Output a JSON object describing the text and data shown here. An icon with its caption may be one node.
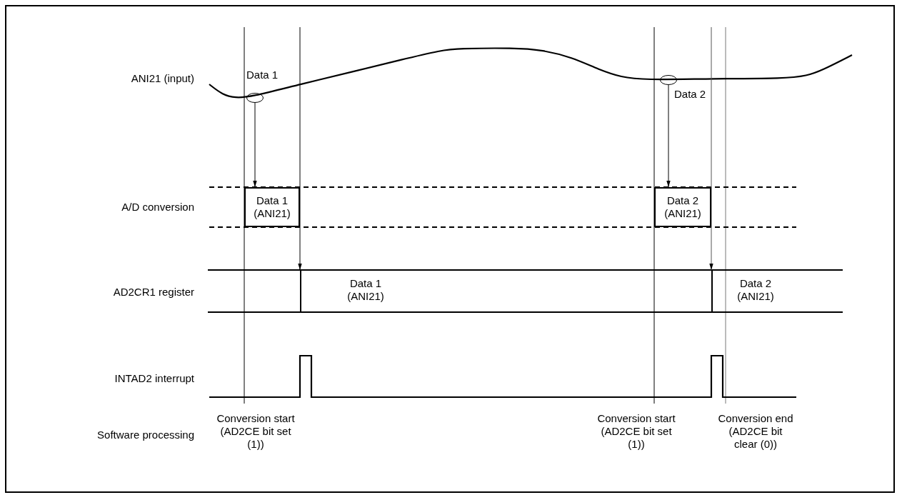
{
  "diagram": {
    "nodes": [
      {
        "text": [
          "Data 1"
        ]
      },
      {
        "text": [
          "Data 1 (ANI21)"
        ]
      },
      {
        "text": [
          "Data 2"
        ]
      },
      {
        "text": [
          "Data 2 (ANI21)"
        ]
      },
      {
        "text": [
          "Data 1 (ANI21)"
        ]
      },
      {
        "text": [
          "Data 2 (ANI21)"
        ]
      }
    ],
    "edges": [
      {
        "from": 0,
        "to": 1,
        "arrow": "to"
      },
      {
        "from": 2,
        "to": 3,
        "arrow": "to"
      },
      {
        "from": null,
        "to": 4,
        "arrow": "to"
      },
      {
        "from": null,
        "to": 5,
        "arrow": "to"
      }
    ],
    "labels": [
      "ANI21 (input)",
      "A/D conversion",
      "AD2CR1 register",
      "INTAD2 interrupt",
      "Software processing",
      "Conversion start (AD2CE bit set (1))",
      "Conversion start (AD2CE bit set (1))",
      "Conversion end (AD2CE bit clear (0))"
    ]
  }
}
